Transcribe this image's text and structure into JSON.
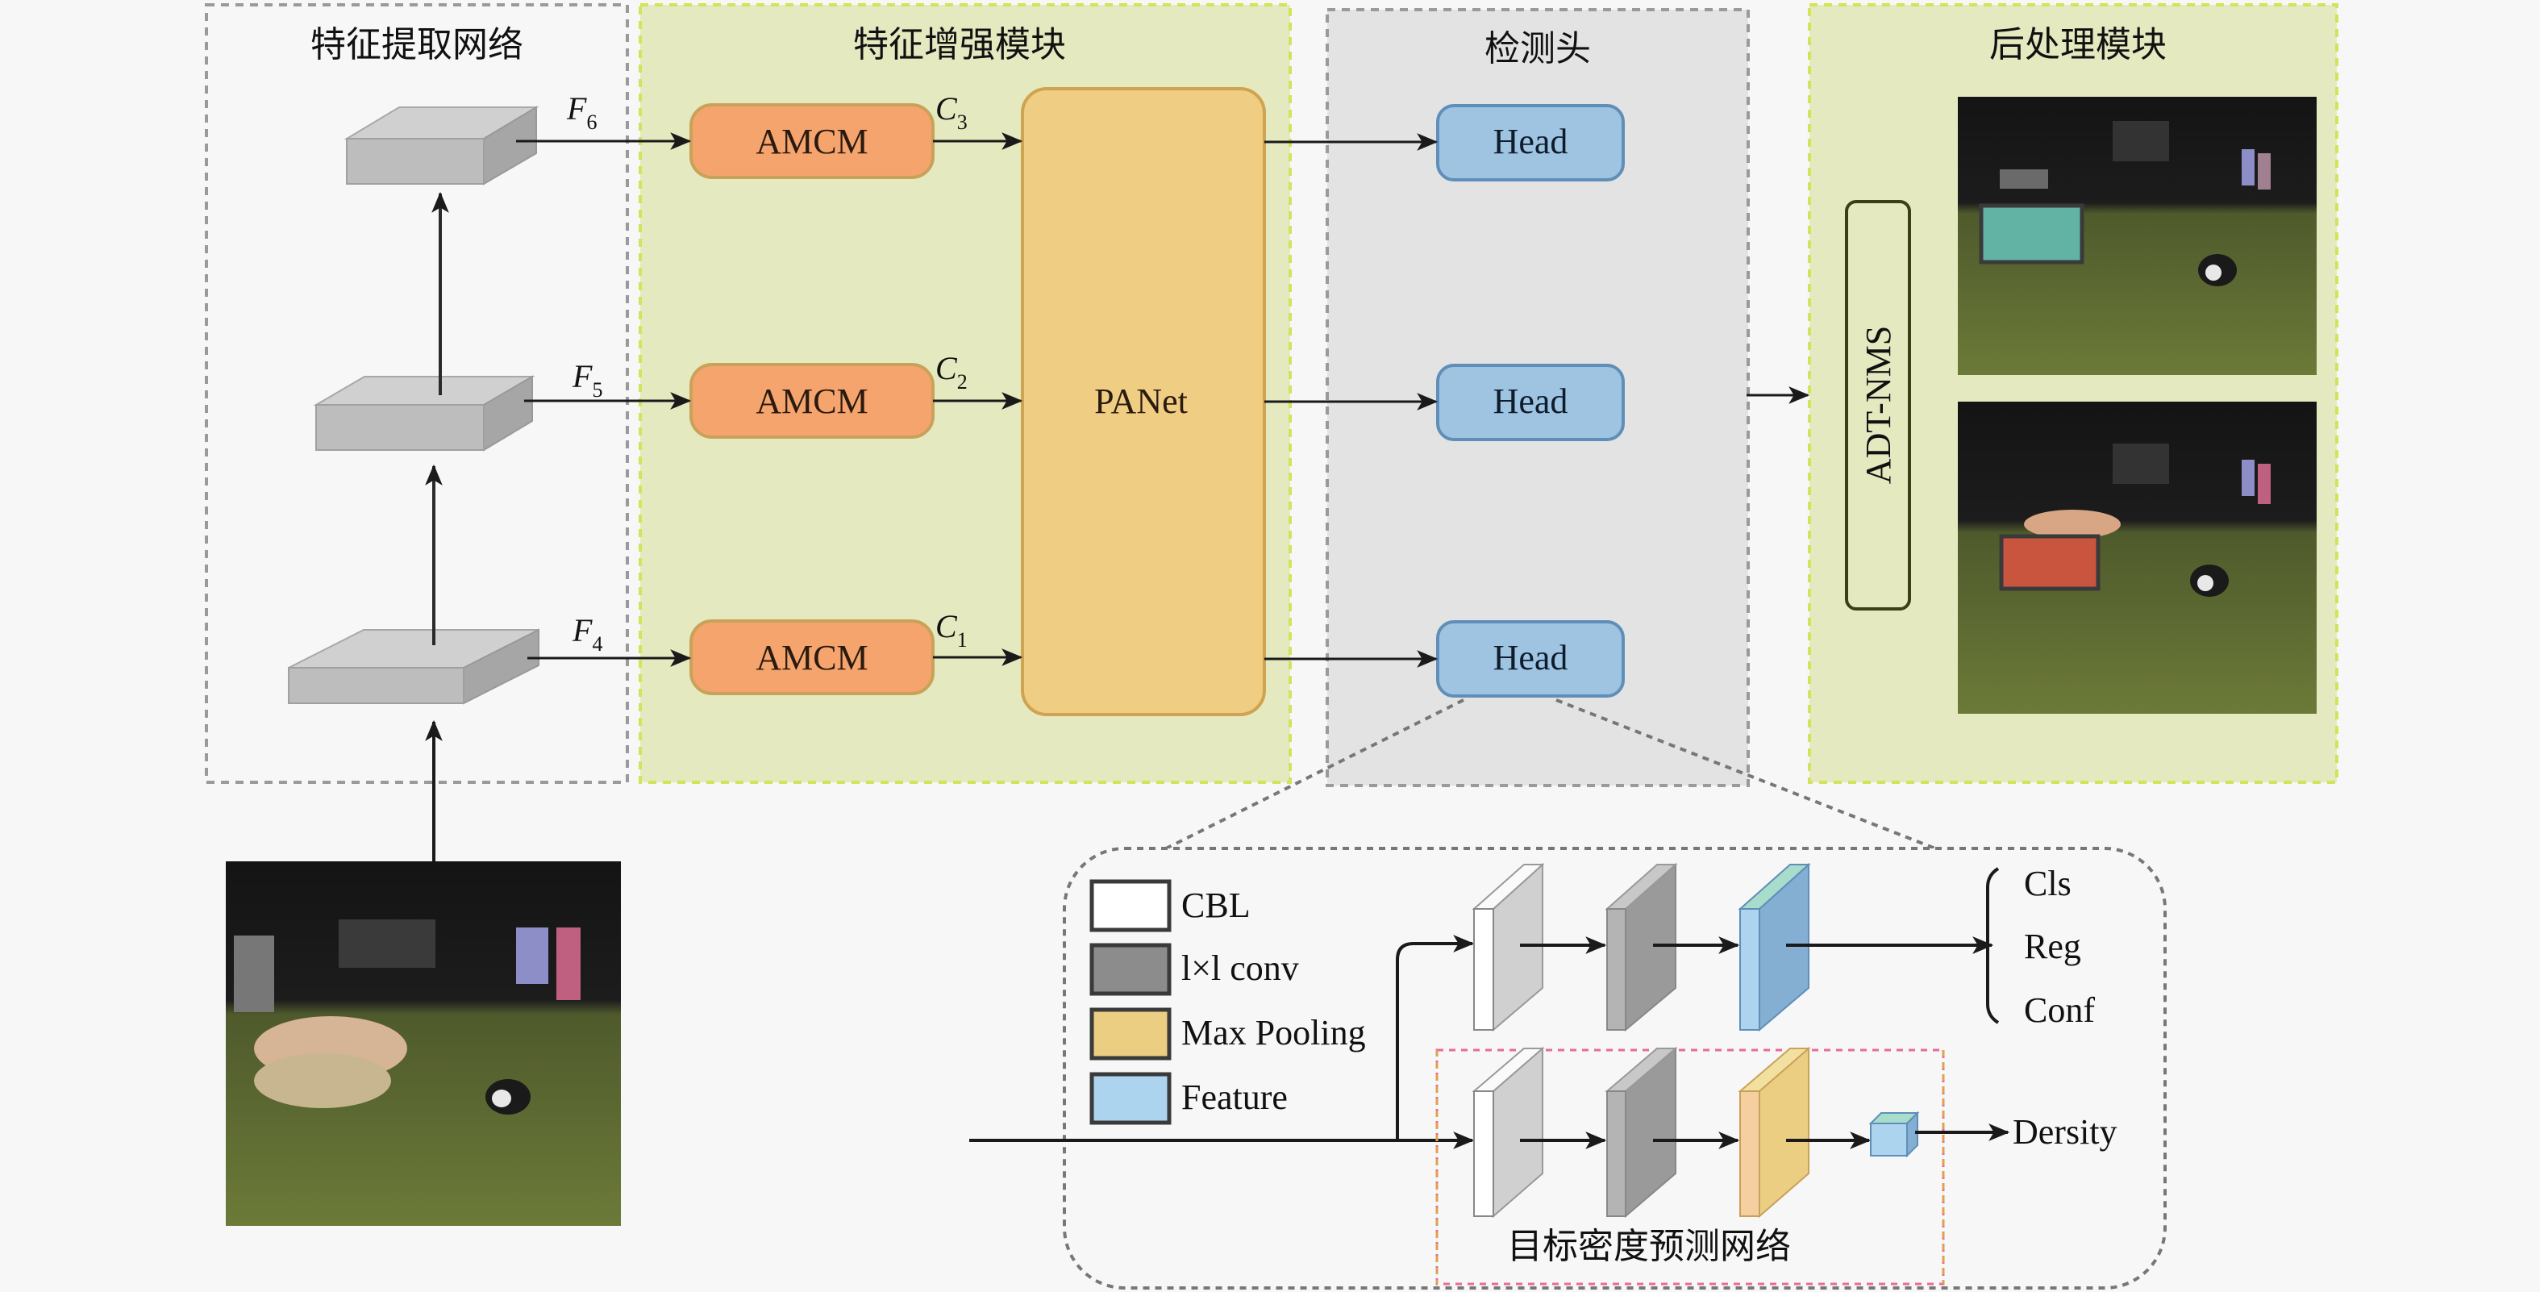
{
  "panels": {
    "feature_extraction": {
      "title": "特征提取网络"
    },
    "feature_enhancement": {
      "title": "特征增强模块"
    },
    "detection_head": {
      "title": "检测头"
    },
    "post_processing": {
      "title": "后处理模块"
    }
  },
  "backbone": {
    "levels": [
      {
        "label": "F",
        "sub": "6"
      },
      {
        "label": "F",
        "sub": "5"
      },
      {
        "label": "F",
        "sub": "4"
      }
    ]
  },
  "enhancement": {
    "amcm": [
      {
        "label": "AMCM",
        "out": "C",
        "out_sub": "3"
      },
      {
        "label": "AMCM",
        "out": "C",
        "out_sub": "2"
      },
      {
        "label": "AMCM",
        "out": "C",
        "out_sub": "1"
      }
    ],
    "panet_label": "PANet"
  },
  "heads": [
    {
      "label": "Head"
    },
    {
      "label": "Head"
    },
    {
      "label": "Head"
    }
  ],
  "post": {
    "nms_label": "ADT-NMS"
  },
  "head_detail": {
    "legend": [
      {
        "label": "CBL",
        "color": "#ffffff"
      },
      {
        "label": "l×l conv",
        "color": "#8c8c8c"
      },
      {
        "label": "Max Pooling",
        "color": "#ebce82"
      },
      {
        "label": "Feature",
        "color": "#acd4ee"
      }
    ],
    "outputs": [
      "Cls",
      "Reg",
      "Conf"
    ],
    "density_label": "Dersity",
    "density_network_title": "目标密度预测网络"
  },
  "colors": {
    "amcm_fill": "#f4a46c",
    "amcm_stroke": "#c9a25a",
    "panet_fill": "#efcd82",
    "panet_stroke": "#cfa350",
    "head_fill": "#9fc4e2",
    "head_stroke": "#5f8fb8",
    "panel_gray": "#e3e3e3",
    "panel_green": "#e5e9c0",
    "panel_light": "#f7f7f7"
  }
}
